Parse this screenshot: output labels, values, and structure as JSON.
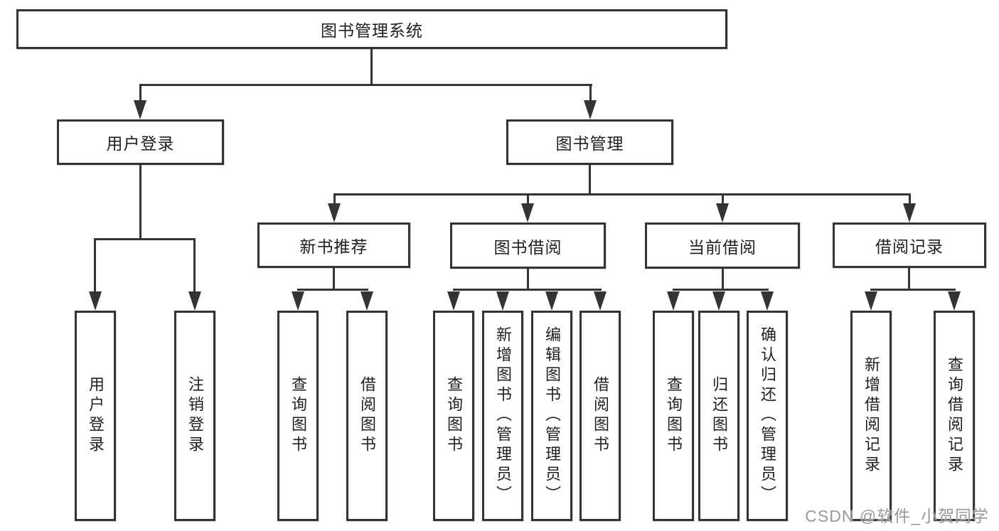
{
  "title": "图书管理系统",
  "branches": [
    {
      "label": "用户登录"
    },
    {
      "label": "图书管理"
    }
  ],
  "modules": [
    {
      "label": "新书推荐"
    },
    {
      "label": "图书借阅"
    },
    {
      "label": "当前借阅"
    },
    {
      "label": "借阅记录"
    }
  ],
  "leaves": [
    {
      "label": "用户登录"
    },
    {
      "label": "注销登录"
    },
    {
      "label": "查询图书"
    },
    {
      "label": "借阅图书"
    },
    {
      "label": "查询图书"
    },
    {
      "label": "新增图书（管理员）"
    },
    {
      "label": "编辑图书（管理员）"
    },
    {
      "label": "借阅图书"
    },
    {
      "label": "查询图书"
    },
    {
      "label": "归还图书"
    },
    {
      "label": "确认归还（管理员）"
    },
    {
      "label": "新增借阅记录"
    },
    {
      "label": "查询借阅记录"
    }
  ],
  "watermark": "CSDN @软件_小贺同学",
  "colors": {
    "line": "#343434",
    "text": "#1f1f1f",
    "background": "#ffffff",
    "watermark": "#999999"
  }
}
